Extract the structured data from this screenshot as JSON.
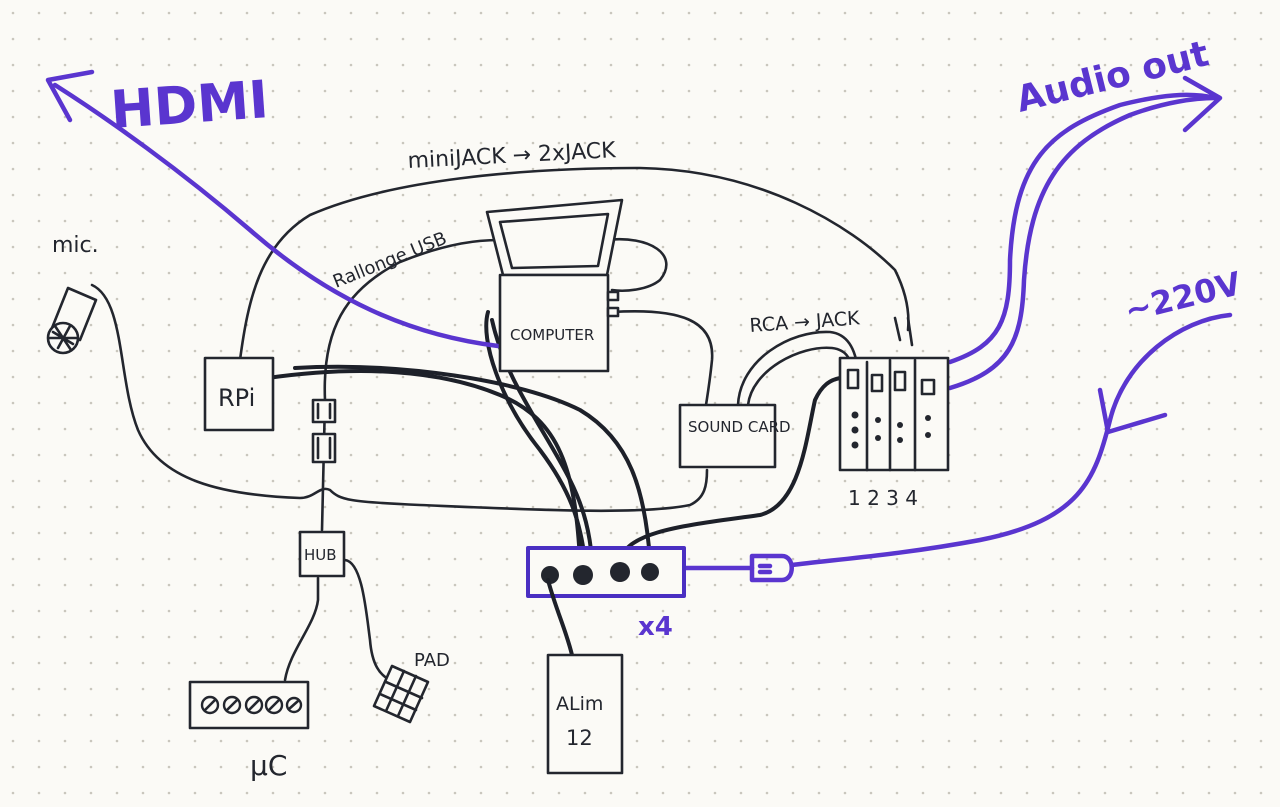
{
  "labels": {
    "hdmi": "HDMI",
    "audio_out": "Audio out",
    "voltage": "~220V",
    "minijack": "miniJACK → 2xJACK",
    "rallonge": "Rallonge USB",
    "mic": "mic.",
    "computer": "COMPUTER",
    "rpi": "RPi",
    "sound_card": "SOUND CARD",
    "rca": "RCA → JACK",
    "channels": "1 2 3 4",
    "hub": "HUB",
    "x4": "x4",
    "alim_line1": "ALim",
    "alim_line2": "12",
    "pad": "PAD",
    "mc": "μC"
  },
  "colors": {
    "ink": "#23262e",
    "pen": "#5a35cf",
    "paper": "#fbfaf6"
  }
}
